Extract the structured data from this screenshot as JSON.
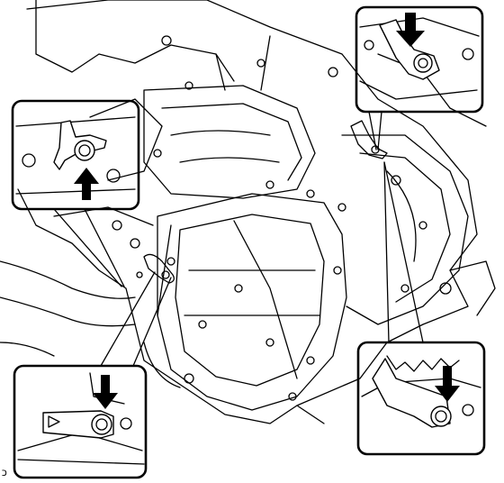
{
  "figure": {
    "corner_mark": "כ"
  },
  "colors": {
    "ink": "#000000",
    "paper": "#ffffff"
  },
  "callouts": [
    {
      "id": "top-right",
      "icon": "down-arrow"
    },
    {
      "id": "top-left",
      "icon": "up-arrow"
    },
    {
      "id": "bottom-left",
      "icon": "down-arrow"
    },
    {
      "id": "bottom-right",
      "icon": "down-arrow"
    }
  ]
}
